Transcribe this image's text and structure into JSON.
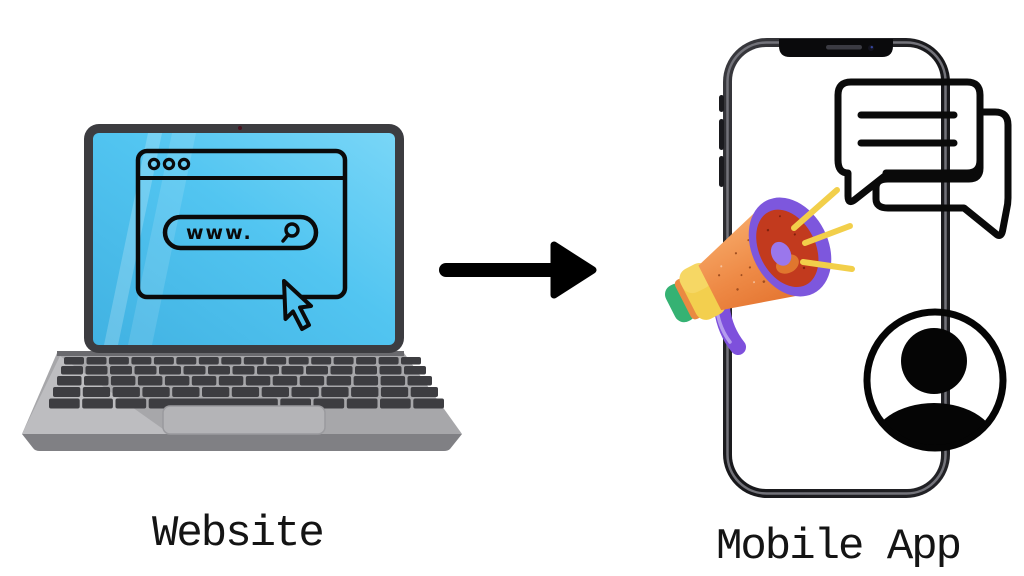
{
  "diagram": {
    "title_context": "Website to Mobile App conversion diagram",
    "left_label": "Website",
    "right_label": "Mobile App",
    "browser": {
      "url_text": "www.",
      "window_dots": 3
    },
    "icons": {
      "laptop": "laptop-illustration",
      "browser_window": "browser-window-icon",
      "search": "search-icon",
      "cursor": "cursor-arrow-icon",
      "arrow": "right-arrow-icon",
      "phone": "smartphone-illustration",
      "megaphone": "megaphone-icon",
      "chat": "chat-bubbles-icon",
      "avatar": "user-avatar-icon"
    },
    "colors": {
      "screen_blue": "#4FC2EF",
      "bezel_gray": "#3C3C40",
      "base_gray": "#A7A7AA",
      "key_gray": "#3D3D41",
      "ink_black": "#0A0A0A",
      "megaphone_purple": "#7D57DD",
      "megaphone_orange": "#EF8E4C",
      "megaphone_red": "#C23A1E",
      "megaphone_yellow": "#F2CF4A",
      "megaphone_green": "#35B273"
    }
  }
}
